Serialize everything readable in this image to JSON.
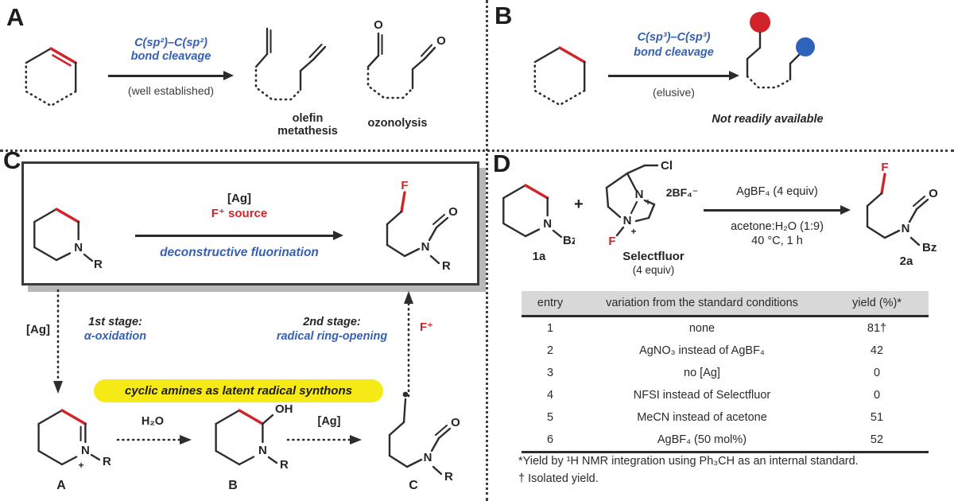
{
  "colors": {
    "red": "#d1232a",
    "blue": "#3560b4",
    "yellow": "#f6ea16",
    "ink": "#272425",
    "table_header_bg": "#d8d8d8"
  },
  "atoms": {
    "N": "N",
    "R": "R",
    "F": "F",
    "O": "O",
    "OH": "OH",
    "Cl": "Cl",
    "Bz": "Bz",
    "plus": "+",
    "counterion": "2BF₄⁻"
  },
  "panel_a": {
    "label": "A",
    "arrow_line1": "C(sp²)–C(sp²)",
    "arrow_line2": "bond cleavage",
    "arrow_note": "(well established)",
    "product1_line1": "olefin",
    "product1_line2": "metathesis",
    "product2_label": "ozonolysis"
  },
  "panel_b": {
    "label": "B",
    "arrow_line1": "C(sp³)–C(sp³)",
    "arrow_line2": "bond cleavage",
    "arrow_note": "(elusive)",
    "product_note": "Not readily available"
  },
  "panel_c": {
    "label": "C",
    "box": {
      "arrow_top1": "[Ag]",
      "arrow_top2": "F⁺ source",
      "arrow_bottom": "deconstructive fluorination"
    },
    "left_arrow_label": "[Ag]",
    "stage1_title": "1st stage:",
    "stage1_name": "α-oxidation",
    "stage2_title": "2nd stage:",
    "stage2_name": "radical ring-opening",
    "right_arrow_label": "F⁺",
    "highlight": "cyclic amines as latent radical synthons",
    "mech": {
      "arrow1_label": "H₂O",
      "arrow2_label": "[Ag]",
      "label_a": "A",
      "label_b": "B",
      "label_c": "C"
    }
  },
  "panel_d": {
    "label": "D",
    "substrate_label": "1a",
    "plus": "+",
    "reagent_name": "Selectfluor",
    "reagent_equiv": "(4 equiv)",
    "arrow_top": "AgBF₄ (4 equiv)",
    "arrow_bottom1": "acetone:H₂O (1:9)",
    "arrow_bottom2": "40 °C, 1 h",
    "product_label": "2a",
    "table": {
      "headers": [
        "entry",
        "variation from the standard conditions",
        "yield (%)*"
      ],
      "rows": [
        [
          "1",
          "none",
          "81†"
        ],
        [
          "2",
          "AgNO₃ instead of AgBF₄",
          "42"
        ],
        [
          "3",
          "no [Ag]",
          "0"
        ],
        [
          "4",
          "NFSI instead of Selectfluor",
          "0"
        ],
        [
          "5",
          "MeCN instead of acetone",
          "51"
        ],
        [
          "6",
          "AgBF₄ (50 mol%)",
          "52"
        ]
      ],
      "footnote1": "*Yield by ¹H NMR integration using Ph₃CH as an internal standard.",
      "footnote2": "† Isolated yield."
    }
  }
}
